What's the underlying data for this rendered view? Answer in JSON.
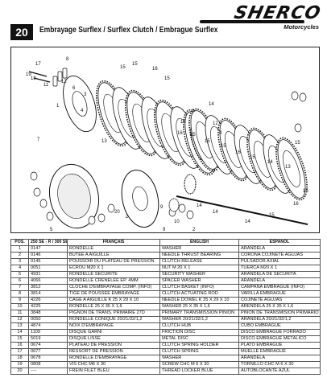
{
  "header": {
    "page_number": "20",
    "title": "Embrayage Surflex / Surflex Clutch / Embrague Surflex",
    "logo_text": "SHERCO",
    "logo_sub": "Motorcycles"
  },
  "diagram": {
    "callouts": [
      "19",
      "18",
      "17",
      "11",
      "1",
      "8",
      "12",
      "6",
      "3",
      "4",
      "13",
      "15",
      "15",
      "16",
      "15",
      "14",
      "12",
      "4",
      "9",
      "10",
      "2",
      "7",
      "5",
      "20",
      "2",
      "9",
      "10",
      "16",
      "15",
      "15",
      "15",
      "16",
      "15",
      "14",
      "13",
      "15",
      "15",
      "16",
      "15",
      "14",
      "14",
      "14"
    ]
  },
  "table": {
    "headers": [
      "POS.",
      "250 SE - R / 300 SE - R",
      "FRANÇAIS",
      "ENGLISH",
      "ESPAÑOL"
    ],
    "rows": [
      [
        "1",
        "0147",
        "RONDELLE",
        "WASHER",
        "ARANDELA"
      ],
      [
        "2",
        "0146",
        "BUTÉE A AIGUILLE",
        "NEEDLE THRUST BEARING",
        "CORONA COJINETE AGUJAS"
      ],
      [
        "3",
        "0145",
        "POUSSOIR DU PLATEAU DE PRESSION",
        "CLUTCH RELEASE",
        "PULSADOR AXIAL"
      ],
      [
        "4",
        "0051",
        "ECROU M20 X 1",
        "NUT M 20 X 1",
        "TUERCA M20 X 1"
      ],
      [
        "5",
        "4931",
        "RONDELLE SÉCURITÉ",
        "SECURITY WASHER",
        "ARANDELA DE SECURITA"
      ],
      [
        "6",
        "4066",
        "RONDELLE CRENELÉE EP. 4MM",
        "SPACER WASHER",
        "ARANDELA"
      ],
      [
        "7",
        "3812",
        "CLOCHE D'EMBRAYAGE COMP. (INFO)",
        "CLUTCH BASKET (INFO)",
        "CAMPANA EMBRAGUE (INFO)"
      ],
      [
        "8",
        "3814",
        "TIGE DE POUSSÉE EMBRAYAGE",
        "CLUTCH ACTUATING ROD",
        "VARILLA EMBRAGUE"
      ],
      [
        "9",
        "4226",
        "CAGE A AIGUILLE K 25 X 29 X 10",
        "NEEDLE DOWEL K 25 X 29 X 10",
        "COJINETE AGUJAS"
      ],
      [
        "10",
        "4225",
        "RONDELLE 25 X 35 X 1,6",
        "WASHER 25 X 35 X 1,6",
        "ARENDELA 25 X 35 X 1,6"
      ],
      [
        "11",
        "3848",
        "PIGNON DE TRANS. PRIMAIRE 27D",
        "PRIMARY TRANSMISSION PINION",
        "PIÑON DE TRANSMISIÓN PRIMARIO"
      ],
      [
        "12",
        "0050",
        "RONDELLE CONIQUE 20/21/32/1,2",
        "WASHER 20/21/32/1,2",
        "ARANDELA 20/21/32/1,2"
      ],
      [
        "13",
        "4874",
        "NOIX D'EMBRAYAGE",
        "CLUTCH HUB",
        "CUBO EMBRAGUE"
      ],
      [
        "14",
        "1109",
        "DISQUE GARNI",
        "FRICTION DISC",
        "DISCO EMBRAGUE FORRADO"
      ],
      [
        "15",
        "5019",
        "DISQUE LISSE",
        "METAL DISC",
        "DISCO EMBRAGUE METÁLICO"
      ],
      [
        "16",
        "0674",
        "PLATEAU DE PRESSION",
        "CLUTCH SPRING HOLDER",
        "PLATO EMBRAGUE"
      ],
      [
        "17",
        "0677",
        "RESSORT DE PRESSION",
        "CLUTCH SPRING",
        "MUELLE EMBRAGUE"
      ],
      [
        "18",
        "0678",
        "RONDELLE D'EMBRAYAGE",
        "WASHER",
        "ARANDELA"
      ],
      [
        "19",
        "0808",
        "VIS CHC M6 X 30",
        "SCREW CHC M 6 X 30",
        "TORNILLO CHC M 6 X 30"
      ],
      [
        "20",
        "----",
        "FREIN FILET BLEU",
        "THREAD LOCKER BLUE",
        "AUTOBLOCANTE AZUL"
      ]
    ]
  }
}
